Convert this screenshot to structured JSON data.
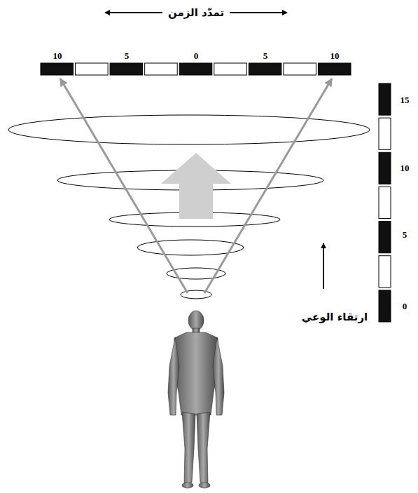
{
  "diagram": {
    "labels": [
      "تمدّد الزمن",
      "10",
      "5",
      "0",
      "5",
      "10",
      "15",
      "10",
      "5",
      "0",
      "ارتقاء الوعي"
    ]
  }
}
